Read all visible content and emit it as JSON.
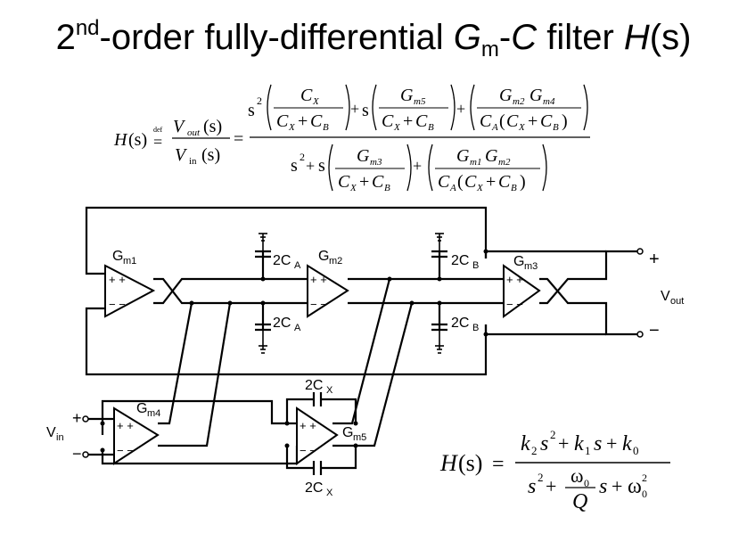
{
  "title": {
    "prefix": "2",
    "sup": "nd",
    "mid": "-order fully-differential ",
    "g": "G",
    "gsub": "m",
    "dash": "-",
    "c": "C",
    "filt": " filter ",
    "h": "H",
    "s": "(s)"
  },
  "equation1": {
    "lhs_H": "H",
    "lhs_s": "(s)",
    "def": "def",
    "vout": "V",
    "vout_sub": "out",
    "vout_s": "(s)",
    "vin": "V",
    "vin_sub": "in",
    "vin_s": "(s)",
    "num_t1_cx": "C",
    "num_t1_cx_sub": "X",
    "num_t2_g": "G",
    "num_t2_g_sub": "m5",
    "num_t3_g1": "G",
    "num_t3_g1_sub": "m2",
    "num_t3_g2": "G",
    "num_t3_g2_sub": "m4",
    "cx": "C",
    "cx_sub": "X",
    "cb": "C",
    "cb_sub": "B",
    "ca": "C",
    "ca_sub": "A",
    "den_t2_g": "G",
    "den_t2_g_sub": "m3",
    "den_t3_g1": "G",
    "den_t3_g1_sub": "m1",
    "den_t3_g2": "G",
    "den_t3_g2_sub": "m2",
    "s": "s",
    "two": "2",
    "plus": "+",
    "eq": "="
  },
  "equation2": {
    "H": "H",
    "s_paren": "(s)",
    "eq": "=",
    "k2": "k",
    "k2_sub": "2",
    "k1": "k",
    "k1_sub": "1",
    "k0": "k",
    "k0_sub": "0",
    "s": "s",
    "two": "2",
    "plus": "+",
    "omega": "ω",
    "omega_sub": "0",
    "Q": "Q"
  },
  "circuit": {
    "gm1": "G",
    "gm1_sub": "m1",
    "gm2": "G",
    "gm2_sub": "m2",
    "gm3": "G",
    "gm3_sub": "m3",
    "gm4": "G",
    "gm4_sub": "m4",
    "gm5": "G",
    "gm5_sub": "m5",
    "cap_a_top": "2C",
    "cap_a_top_sub": "A",
    "cap_a_bot": "2C",
    "cap_a_bot_sub": "A",
    "cap_b_top": "2C",
    "cap_b_top_sub": "B",
    "cap_b_bot": "2C",
    "cap_b_bot_sub": "B",
    "cap_x_top": "2C",
    "cap_x_top_sub": "X",
    "cap_x_bot": "2C",
    "cap_x_bot_sub": "X",
    "vout": "V",
    "vout_sub": "out",
    "vin": "V",
    "vin_sub": "in",
    "plus": "+",
    "minus": "−",
    "pm_plus": "+ +",
    "pm_minus": "− −"
  }
}
